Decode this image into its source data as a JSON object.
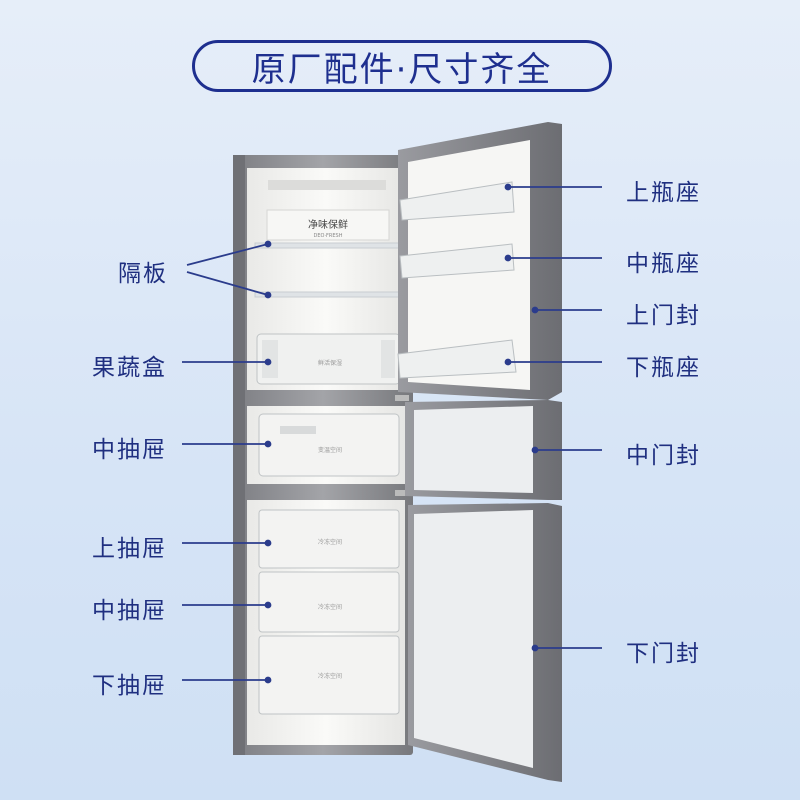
{
  "title": "原厂配件·尺寸齐全",
  "left_labels": {
    "shelf": "隔板",
    "crisper": "果蔬盒",
    "mid_drawer_top": "中抽屉",
    "upper_drawer": "上抽屉",
    "middle_drawer": "中抽屉",
    "lower_drawer": "下抽屉"
  },
  "right_labels": {
    "upper_bottle": "上瓶座",
    "middle_bottle": "中瓶座",
    "upper_seal": "上门封",
    "lower_bottle": "下瓶座",
    "middle_seal": "中门封",
    "lower_seal": "下门封"
  },
  "product_text": {
    "fresh_panel": "净味保鲜",
    "fresh_panel_sub": "DEO·FRESH",
    "crisper_text": "鲜活保湿",
    "drawer_text_1": "变温空间",
    "drawer_text_2": "冷冻空间",
    "drawer_text_3": "冷冻空间",
    "drawer_text_4": "冷冻空间"
  },
  "colors": {
    "accent": "#1e2f8f",
    "line": "#2b3c8c",
    "cabinet": "#8e8e93",
    "interior": "#f4f4f2"
  }
}
